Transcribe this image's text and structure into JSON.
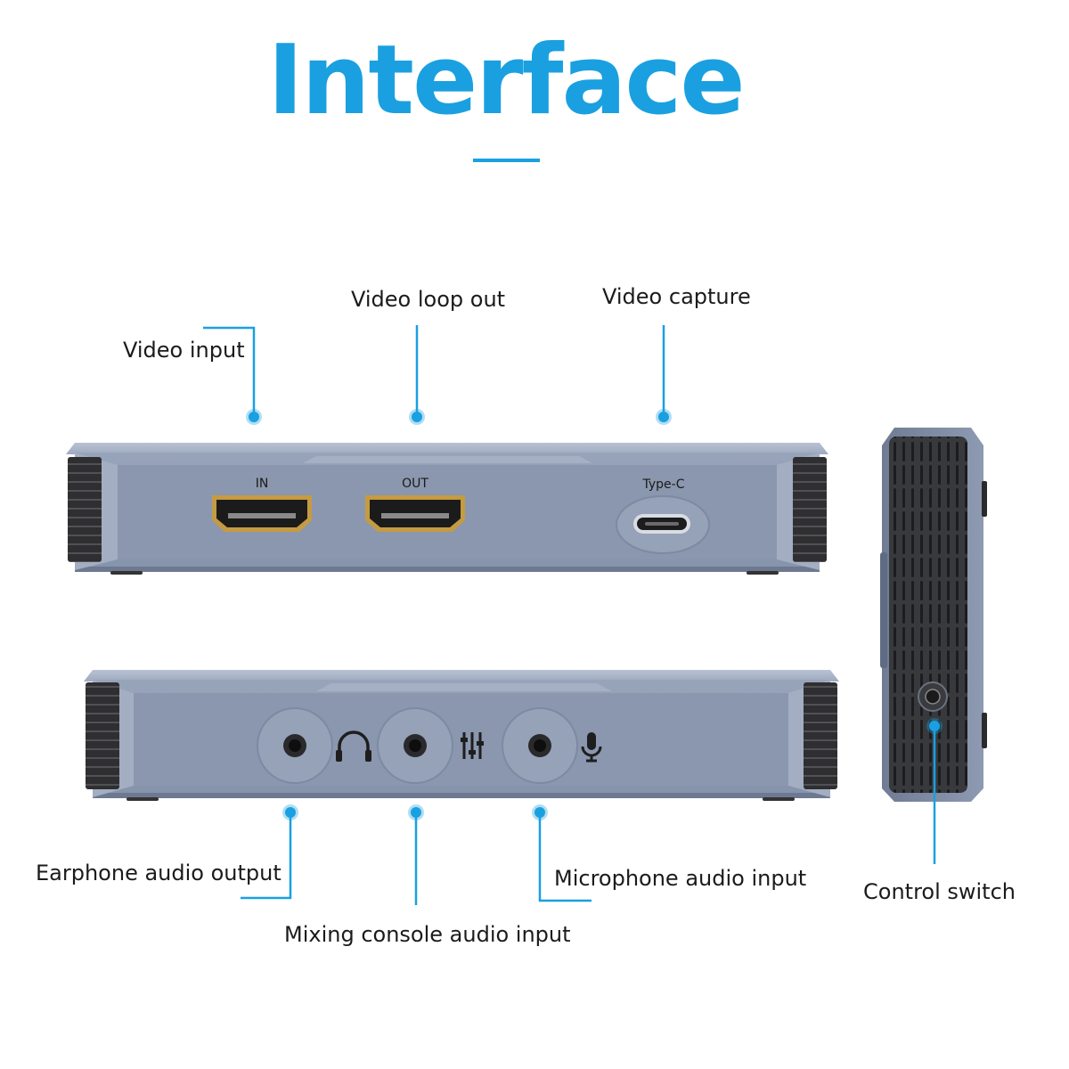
{
  "title": "Interface",
  "colors": {
    "accent": "#1aa0e0",
    "device_body": "#8e9bb2",
    "device_top": "#a9b4c7",
    "heatsink": "#2e2e30",
    "port_gold": "#c59b42"
  },
  "front_panel": {
    "port_in_label": "IN",
    "port_out_label": "OUT",
    "port_typec_label": "Type-C"
  },
  "callouts": {
    "video_input": "Video input",
    "video_loop_out": "Video loop out",
    "video_capture": "Video capture",
    "earphone_audio_output": "Earphone audio output",
    "mixing_console_audio_input": "Mixing console audio input",
    "microphone_audio_input": "Microphone audio input",
    "control_switch": "Control switch"
  },
  "icons": {
    "earphone_jack": "headphones-icon",
    "mixer_jack": "sliders-icon",
    "mic_jack": "microphone-icon"
  }
}
